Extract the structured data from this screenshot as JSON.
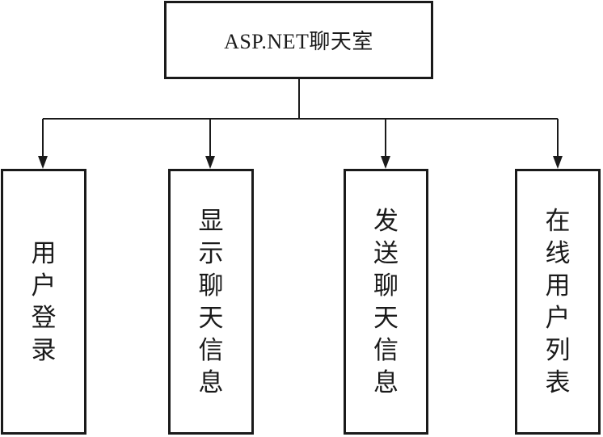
{
  "root": {
    "label": "ASP.NET聊天室"
  },
  "children": [
    {
      "label": "用户登录"
    },
    {
      "label": "显示聊天信息"
    },
    {
      "label": "发送聊天信息"
    },
    {
      "label": "在线用户列表"
    }
  ],
  "colors": {
    "stroke": "#1a1a1a",
    "background": "#ffffff"
  }
}
